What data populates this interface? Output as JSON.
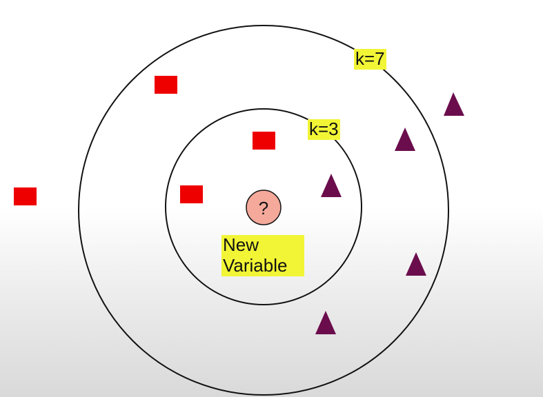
{
  "labels": {
    "k_outer": "k=7",
    "k_inner": "k=3",
    "query_symbol": "?",
    "query_line1": "New",
    "query_line2": "Variable"
  },
  "colors": {
    "square": "#ee0000",
    "triangle": "#6b0d4d",
    "query_fill": "#f4a99b",
    "highlight": "#f2f535",
    "circle_stroke": "#111111"
  }
}
